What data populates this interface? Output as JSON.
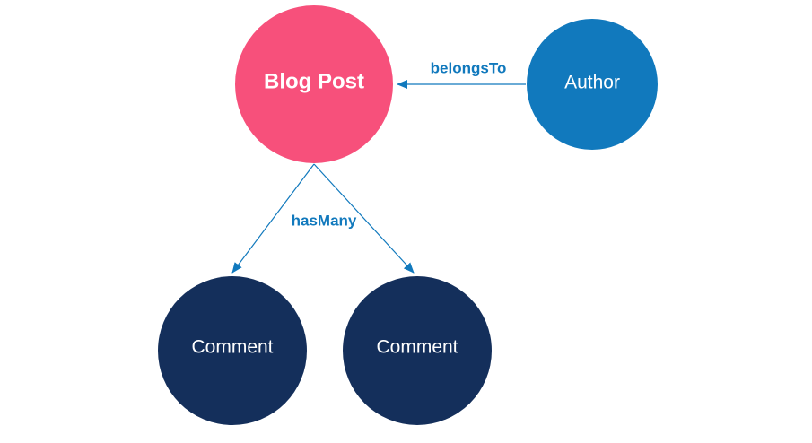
{
  "nodes": {
    "blog_post": {
      "label": "Blog Post",
      "color": "#f7507b"
    },
    "author": {
      "label": "Author",
      "color": "#1179bd"
    },
    "comment_1": {
      "label": "Comment",
      "color": "#142f5b"
    },
    "comment_2": {
      "label": "Comment",
      "color": "#142f5b"
    }
  },
  "edges": {
    "belongs_to": {
      "label": "belongsTo",
      "from": "Author",
      "to": "Blog Post"
    },
    "has_many": {
      "label": "hasMany",
      "from": "Blog Post",
      "to": "Comment"
    }
  },
  "colors": {
    "edge": "#1179bd",
    "edge_label": "#1179bd"
  }
}
